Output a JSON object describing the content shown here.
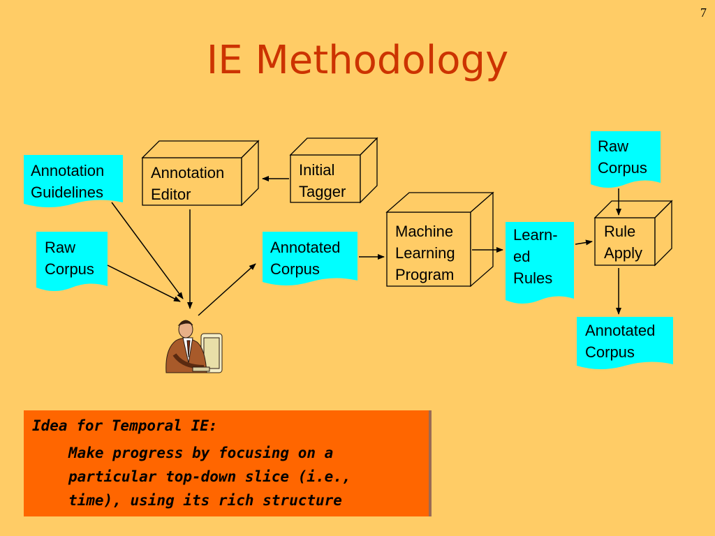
{
  "page_number": "7",
  "title": "IE Methodology",
  "nodes": {
    "annotation_guidelines": {
      "line1": "Annotation",
      "line2": "Guidelines"
    },
    "annotation_editor": {
      "line1": "Annotation",
      "line2": "Editor"
    },
    "initial_tagger": {
      "line1": "Initial",
      "line2": "Tagger"
    },
    "raw_corpus_left": {
      "line1": "Raw",
      "line2": "Corpus"
    },
    "annotated_corpus_mid": {
      "line1": "Annotated",
      "line2": "Corpus"
    },
    "machine_learning_program": {
      "line1": "Machine",
      "line2": "Learning",
      "line3": "Program"
    },
    "learned_rules": {
      "line1": "Learn-",
      "line2": "ed",
      "line3": "Rules"
    },
    "raw_corpus_right": {
      "line1": "Raw",
      "line2": "Corpus"
    },
    "rule_apply": {
      "line1": "Rule",
      "line2": "Apply"
    },
    "annotated_corpus_right": {
      "line1": "Annotated",
      "line2": "Corpus"
    }
  },
  "idea": {
    "heading": "Idea for Temporal IE:",
    "line1": "Make progress by focusing on a",
    "line2": "particular top-down slice (i.e.,",
    "line3": "time), using its rich structure"
  },
  "colors": {
    "background": "#FFCC66",
    "document": "#00FFFF",
    "title": "#CC3300",
    "idea_box": "#FF6600"
  },
  "icons": [
    "person-at-computer-icon"
  ]
}
